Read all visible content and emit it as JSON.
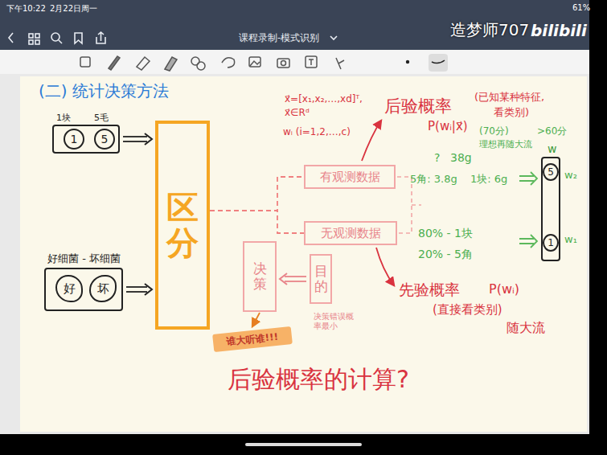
{
  "diagram": {
    "title": "(二) 统计决策方法",
    "nodes": [
      {
        "text": [
          "1块",
          "5毛"
        ]
      },
      {
        "text": [
          "1"
        ],
        "in": 0
      },
      {
        "text": [
          "5"
        ],
        "in": 0
      },
      {
        "text": [
          "好细菌 - 坏细菌"
        ]
      },
      {
        "text": [
          "好"
        ],
        "in": 3
      },
      {
        "text": [
          "坏"
        ],
        "in": 3
      },
      {
        "text": [
          "区分"
        ]
      },
      {
        "text": [
          "有观测数据"
        ]
      },
      {
        "text": [
          "无观测数据"
        ]
      },
      {
        "text": [
          "决策"
        ]
      },
      {
        "text": [
          "目的"
        ]
      },
      {
        "text": [
          "w"
        ]
      },
      {
        "text": [
          "5"
        ],
        "in": 11
      },
      {
        "text": [
          "1"
        ],
        "in": 11
      },
      {
        "text": [
          "谁大听谁!!!"
        ]
      }
    ],
    "edges": [
      {
        "from": 0,
        "to": 6,
        "arrow": "to"
      },
      {
        "from": 3,
        "to": 6,
        "arrow": "to"
      },
      {
        "from": 6,
        "to": 7,
        "arrow": "none"
      },
      {
        "from": 6,
        "to": 8,
        "arrow": "none"
      },
      {
        "from": 10,
        "to": 9,
        "arrow": "to"
      },
      {
        "from": 9,
        "to": 14,
        "arrow": "to"
      }
    ],
    "labels": [
      "下午10:22",
      "2月22日周一",
      "61%",
      "课程录制-模式识别",
      "造梦师707",
      "bilibili",
      "x⃗=[x₁,x₂,…,xd]ᵀ,",
      "x⃗∈Rᵈ",
      "wᵢ (i=1,2,…,c)",
      "后验概率",
      "(已知某种特征,",
      "看类别)",
      "P(wᵢ|x⃗)",
      "(70分)",
      ">60分",
      "理想再随大流",
      "?",
      "38g",
      "5角: 3.8g",
      "1块: 6g",
      "80% - 1块",
      "20% - 5角",
      "w₂",
      "w₁",
      "决策错误概率最小",
      "先验概率",
      "P(wᵢ)",
      "(直接看类别)",
      "随大流",
      "后验概率的计算?"
    ]
  }
}
